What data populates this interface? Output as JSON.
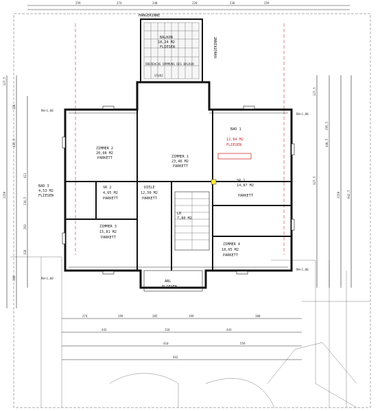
{
  "rooms": {
    "balkon": {
      "name": "BALKON",
      "area": "18,24 M2",
      "floor": "FLIESEN"
    },
    "zimmer2": {
      "name": "ZIMMER 2",
      "area": "20,08 M2",
      "floor": "PARKETT"
    },
    "zimmer1": {
      "name": "ZIMMER 1",
      "area": "23,46 M2",
      "floor": "PARKETT"
    },
    "bad1": {
      "name": "BAD 1",
      "area": "12,84 M2",
      "floor": "FLIESEN"
    },
    "bad3": {
      "name": "BAD 3",
      "area": "4,53 M2",
      "floor": "FLIESEN"
    },
    "sr2": {
      "name": "SR 2",
      "area": "4,65 M2",
      "floor": "PARKETT"
    },
    "diele": {
      "name": "DIELE",
      "area": "12,50 M2",
      "floor": "PARKETT"
    },
    "sr1": {
      "name": "SR 1",
      "area": "14,87 M2",
      "floor": "PARKETT"
    },
    "zimmer3": {
      "name": "ZIMMER 3",
      "area": "15,81 M2",
      "floor": "PARKETT"
    },
    "lr": {
      "name": "LR",
      "area": "7,80 M2"
    },
    "zimmer4": {
      "name": "ZIMMER 4",
      "area": "18,05 M2",
      "floor": "PARKETT"
    },
    "small": {
      "name": "ABL",
      "floor": "FLIESEN"
    }
  },
  "labels": {
    "hangerinne_top": "HANGERINNE",
    "hangerinne_side": "HANGERINNE",
    "dach": "ÜBERDACHE DÄMMUNG DES BALKON",
    "sturz": "STURZ"
  },
  "dims": {
    "top_row": [
      "259",
      "274",
      "240",
      "228",
      "236",
      "259"
    ],
    "bottom_row": [
      "274",
      "199",
      "205",
      "199",
      "380"
    ],
    "bottom_row2": [
      "443",
      "310",
      "443"
    ],
    "bottom_total": [
      "410",
      "559"
    ],
    "overall": "942",
    "left_col": [
      "127,5",
      "128",
      "435,5",
      "411",
      "234,5",
      "263",
      "318",
      "190"
    ],
    "left_total": "1150",
    "right_col": [
      "127,5",
      "448,5",
      "327,5",
      "295,5"
    ],
    "right_total": "1150",
    "right_total2": "942,5",
    "side_marks": [
      "RH+1,80",
      "RH+1,80",
      "RH+1,80",
      "RH+1,80"
    ]
  }
}
